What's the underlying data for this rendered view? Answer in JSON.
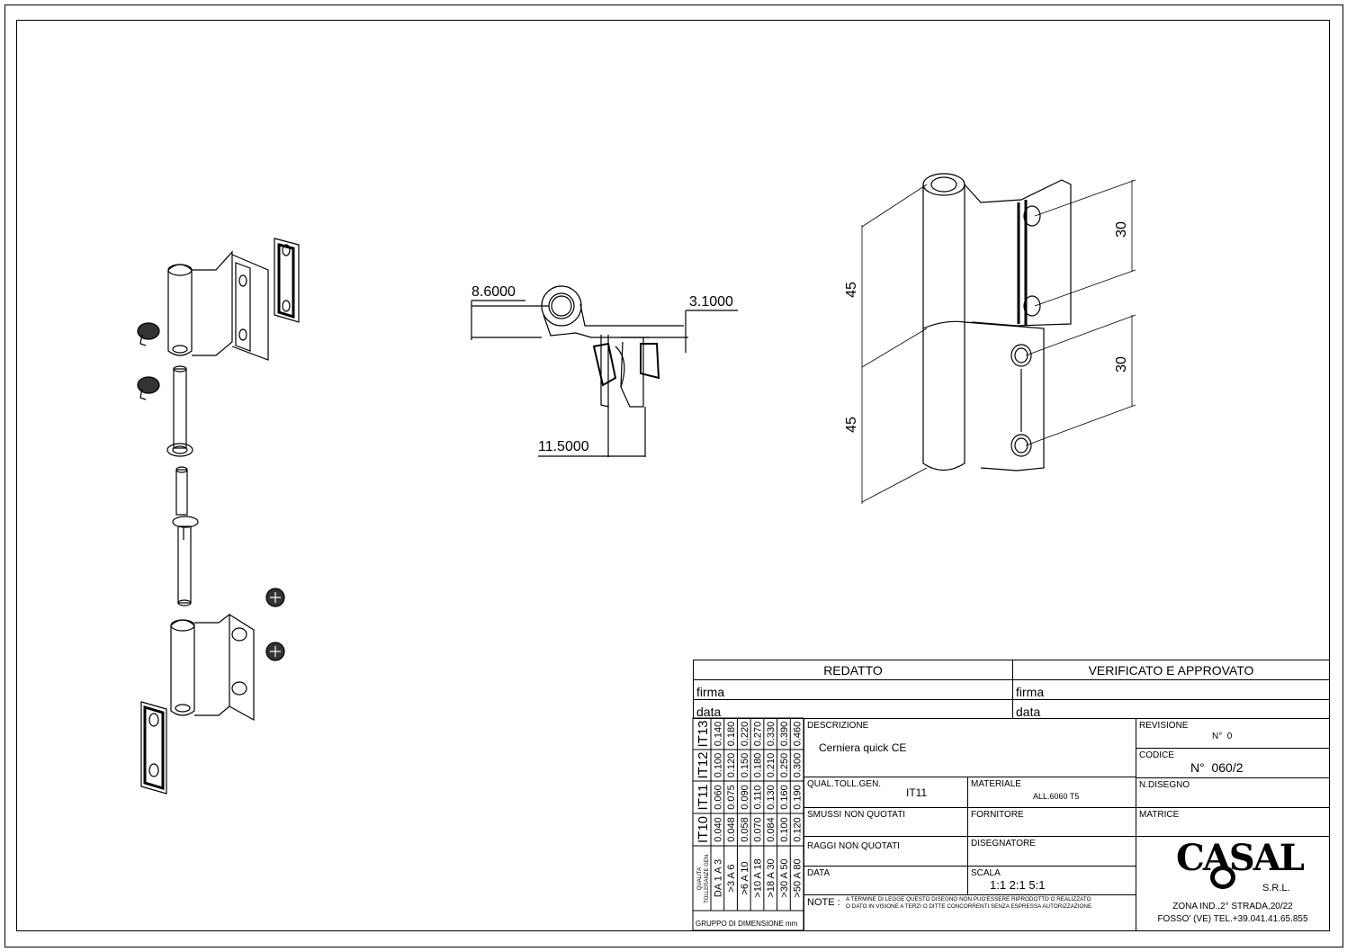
{
  "dimensions": {
    "section": {
      "d1": "8.6000",
      "d2": "3.1000",
      "d3": "11.5000"
    },
    "iso": {
      "h_upper": "45",
      "h_lower": "45",
      "hole_upper": "30",
      "hole_lower": "30"
    }
  },
  "title_block": {
    "redatto": "REDATTO",
    "verificato": "VERIFICATO E APPROVATO",
    "firma_left": "firma",
    "firma_right": "firma",
    "data_left": "data",
    "data_right": "data",
    "descrizione_label": "DESCRIZIONE",
    "descrizione_value": "Cerniera quick CE",
    "revisione_label": "REVISIONE",
    "revisione_value": "N°  0",
    "codice_label": "CODICE",
    "codice_value": "N°  060/2",
    "ndisegno_label": "N.DISEGNO",
    "matrice_label": "MATRICE",
    "qual_label": "QUAL.TOLL.GEN.",
    "qual_value": "IT11",
    "materiale_label": "MATERIALE",
    "materiale_value": "ALL.6060 T5",
    "smussi_label": "SMUSSI NON QUOTATI",
    "fornitore_label": "FORNITORE",
    "raggi_label": "RAGGI NON QUOTATI",
    "disegnatore_label": "DISEGNATORE",
    "data_label": "DATA",
    "scala_label": "SCALA",
    "scala_value": "1:1 2:1 5:1",
    "note_label": "NOTE :",
    "note_text_1": "A TERMINE DI LEGGE QUESTO DISEGNO NON PUO'ESSERE RIPRODOTTO O REALIZZATO",
    "note_text_2": "O DATO IN VISIONE A TERZI O DITTE CONCORRENTI SENZA ESPRESSA AUTORIZZAZIONE.",
    "company_logo": "CASAL",
    "company_suffix": "S.R.L.",
    "address_1": "ZONA IND.,2° STRADA,20/22",
    "address_2": "FOSSO' (VE) TEL.+39.041.41.65.855"
  },
  "tolerance_table": {
    "header_1": "QUALITA'",
    "header_2": "TOLLERANZE GEN.",
    "footer": "GRUPPO DI DIMENSIONE mm",
    "ranges": [
      "DA 1 A 3",
      ">3 A 6",
      ">6 A 10",
      ">10 A 18",
      ">18 A 30",
      ">30 A 50",
      ">50 A 80"
    ],
    "grades": [
      {
        "name": "IT13",
        "values": [
          "0.140",
          "0.180",
          "0.220",
          "0.270",
          "0.330",
          "0.390",
          "0.460"
        ]
      },
      {
        "name": "IT12",
        "values": [
          "0.100",
          "0.120",
          "0.150",
          "0.180",
          "0.210",
          "0.250",
          "0.300"
        ]
      },
      {
        "name": "IT11",
        "values": [
          "0.060",
          "0.075",
          "0.090",
          "0.110",
          "0.130",
          "0.160",
          "0.190"
        ]
      },
      {
        "name": "IT10",
        "values": [
          "0.040",
          "0.048",
          "0.058",
          "0.070",
          "0.084",
          "0.100",
          "0.120"
        ]
      }
    ]
  }
}
